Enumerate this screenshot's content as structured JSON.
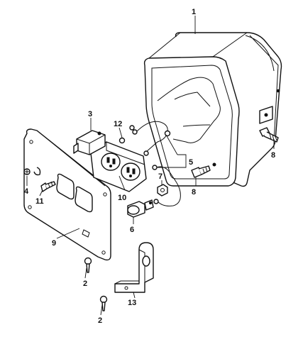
{
  "callouts": {
    "c1": "1",
    "c2a": "2",
    "c2b": "2",
    "c3": "3",
    "c4": "4",
    "c5": "5",
    "c6": "6",
    "c7": "7",
    "c8a": "8",
    "c8b": "8",
    "c9": "9",
    "c10": "10",
    "c11": "11",
    "c12": "12",
    "c13": "13"
  }
}
